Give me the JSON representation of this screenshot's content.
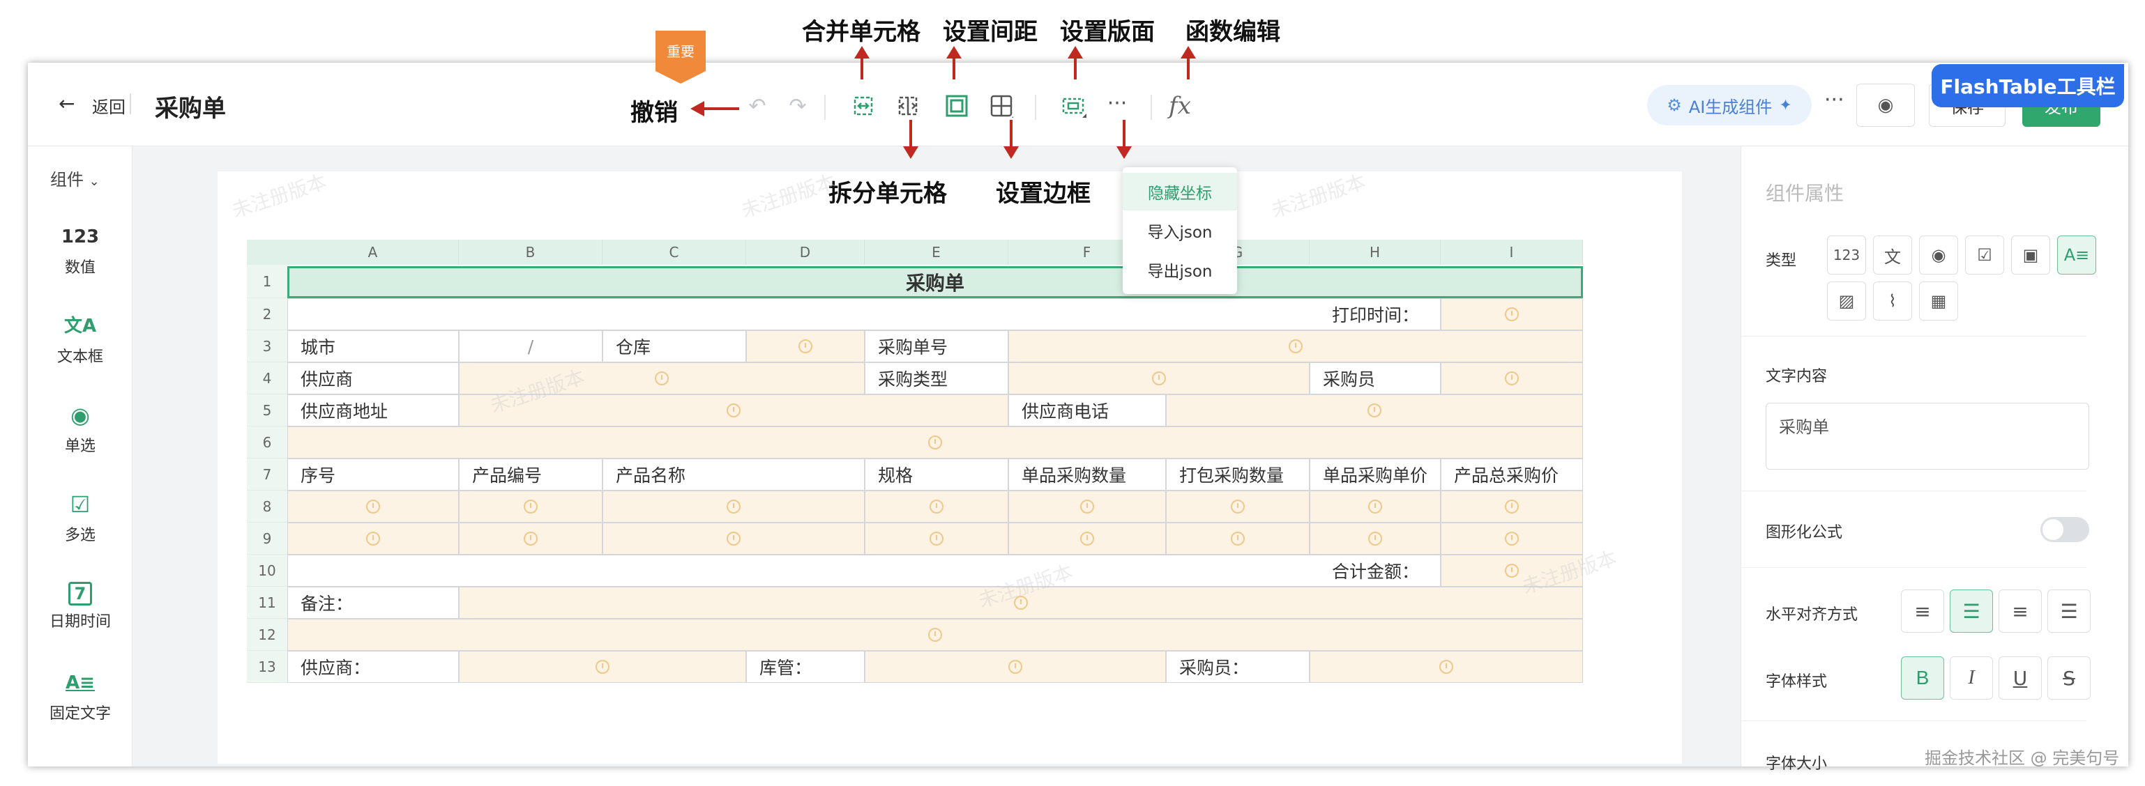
{
  "header": {
    "back_label": "返回",
    "page_title": "采购单",
    "ai_button": "AI生成组件",
    "save_label": "保存",
    "publish_label": "发布",
    "flashtable_tag": "FlashTable工具栏"
  },
  "annotations": {
    "important_tag": "重要",
    "undo": "撤销",
    "merge": "合并单元格",
    "split": "拆分单元格",
    "spacing": "设置间距",
    "border": "设置边框",
    "layout": "设置版面",
    "function": "函数编辑"
  },
  "dropdown": {
    "items": [
      "隐藏坐标",
      "导入json",
      "导出json"
    ]
  },
  "left_panel": {
    "title": "组件",
    "items": [
      {
        "icon": "123",
        "label": "数值"
      },
      {
        "icon": "文A",
        "label": "文本框"
      },
      {
        "icon": "◉",
        "label": "单选"
      },
      {
        "icon": "☑",
        "label": "多选"
      },
      {
        "icon": "7",
        "label": "日期时间"
      },
      {
        "icon": "A≡",
        "label": "固定文字"
      }
    ]
  },
  "sheet": {
    "columns": [
      "A",
      "B",
      "C",
      "D",
      "E",
      "F",
      "G",
      "H",
      "I"
    ],
    "rows": [
      "1",
      "2",
      "3",
      "4",
      "5",
      "6",
      "7",
      "8",
      "9",
      "10",
      "11",
      "12",
      "13"
    ],
    "title": "采购单",
    "print_time": "打印时间：",
    "city": "城市",
    "slash": "/",
    "warehouse": "仓库",
    "order_no": "采购单号",
    "supplier": "供应商",
    "purchase_type": "采购类型",
    "buyer": "采购员",
    "supplier_address": "供应商地址",
    "supplier_phone": "供应商电话",
    "headers": [
      "序号",
      "产品编号",
      "产品名称",
      "规格",
      "单品采购数量",
      "打包采购数量",
      "单品采购单价",
      "产品总采购价"
    ],
    "total": "合计金额：",
    "remark": "备注：",
    "sign_supplier": "供应商：",
    "sign_keeper": "库管：",
    "sign_buyer": "采购员："
  },
  "right_panel": {
    "title": "组件属性",
    "type_label": "类型",
    "text_content_label": "文字内容",
    "text_content_value": "采购单",
    "formula_label": "图形化公式",
    "align_label": "水平对齐方式",
    "font_style_label": "字体样式",
    "font_size_label": "字体大小"
  },
  "watermark": "未注册版本",
  "footer_credit": "掘金技术社区 @ 完美句号"
}
